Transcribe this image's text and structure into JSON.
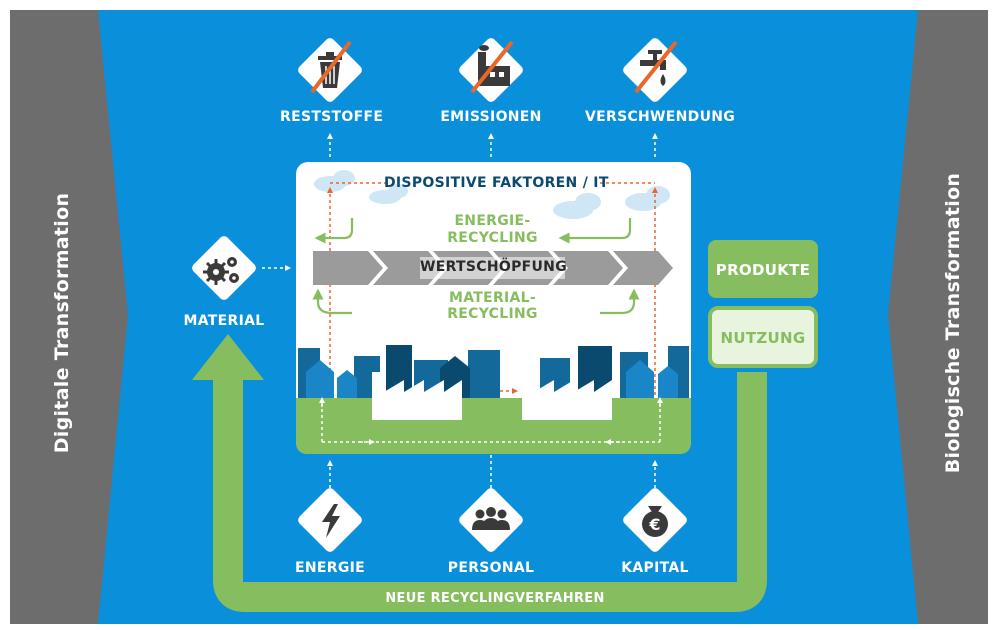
{
  "side_left": "Digitale Transformation",
  "side_right": "Biologische Transformation",
  "top_labels": {
    "reststoffe": "RESTSTOFFE",
    "emissionen": "EMISSIONEN",
    "verschwendung": "VERSCHWENDUNG"
  },
  "bottom_labels": {
    "energie": "ENERGIE",
    "personal": "PERSONAL",
    "kapital": "KAPITAL"
  },
  "material": "MATERIAL",
  "center": {
    "dispositive": "DISPOSITIVE FAKTOREN / IT",
    "energie_recycling_1": "ENERGIE-",
    "energie_recycling_2": "RECYCLING",
    "wertschoepfung": "WERTSCHÖPFUNG",
    "material_recycling_1": "MATERIAL-",
    "material_recycling_2": "RECYCLING"
  },
  "produkte": "PRODUKTE",
  "nutzung": "NUTZUNG",
  "neue_recycling": "NEUE RECYCLINGVERFAHREN",
  "colors": {
    "blue": "#0a8fdb",
    "gray": "#6d6d6d",
    "green": "#86bd5e",
    "light_green": "#e9f4df",
    "orange": "#e8672a",
    "navy": "#0b4a6f",
    "chevron": "#9b9b9b"
  },
  "icons": [
    "trash-crossed-icon",
    "factory-crossed-icon",
    "faucet-crossed-icon",
    "gears-icon",
    "lightning-icon",
    "people-icon",
    "money-bag-icon"
  ]
}
